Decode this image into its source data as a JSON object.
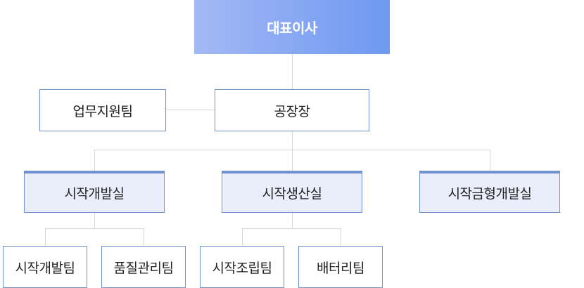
{
  "org": {
    "ceo": "대표이사",
    "support": "업무지원팀",
    "factory_head": "공장장",
    "departments": [
      "시작개발실",
      "시작생산실",
      "시작금형개발실"
    ],
    "teams": [
      "시작개발팀",
      "품질관리팀",
      "시작조립팀",
      "배터리팀"
    ]
  },
  "colors": {
    "ceo_gradient_start": "#a3b9f4",
    "ceo_gradient_end": "#6e98f1",
    "border": "#6f91cf",
    "dept_fill": "#eaeefb",
    "connector": "#d3d6da"
  }
}
